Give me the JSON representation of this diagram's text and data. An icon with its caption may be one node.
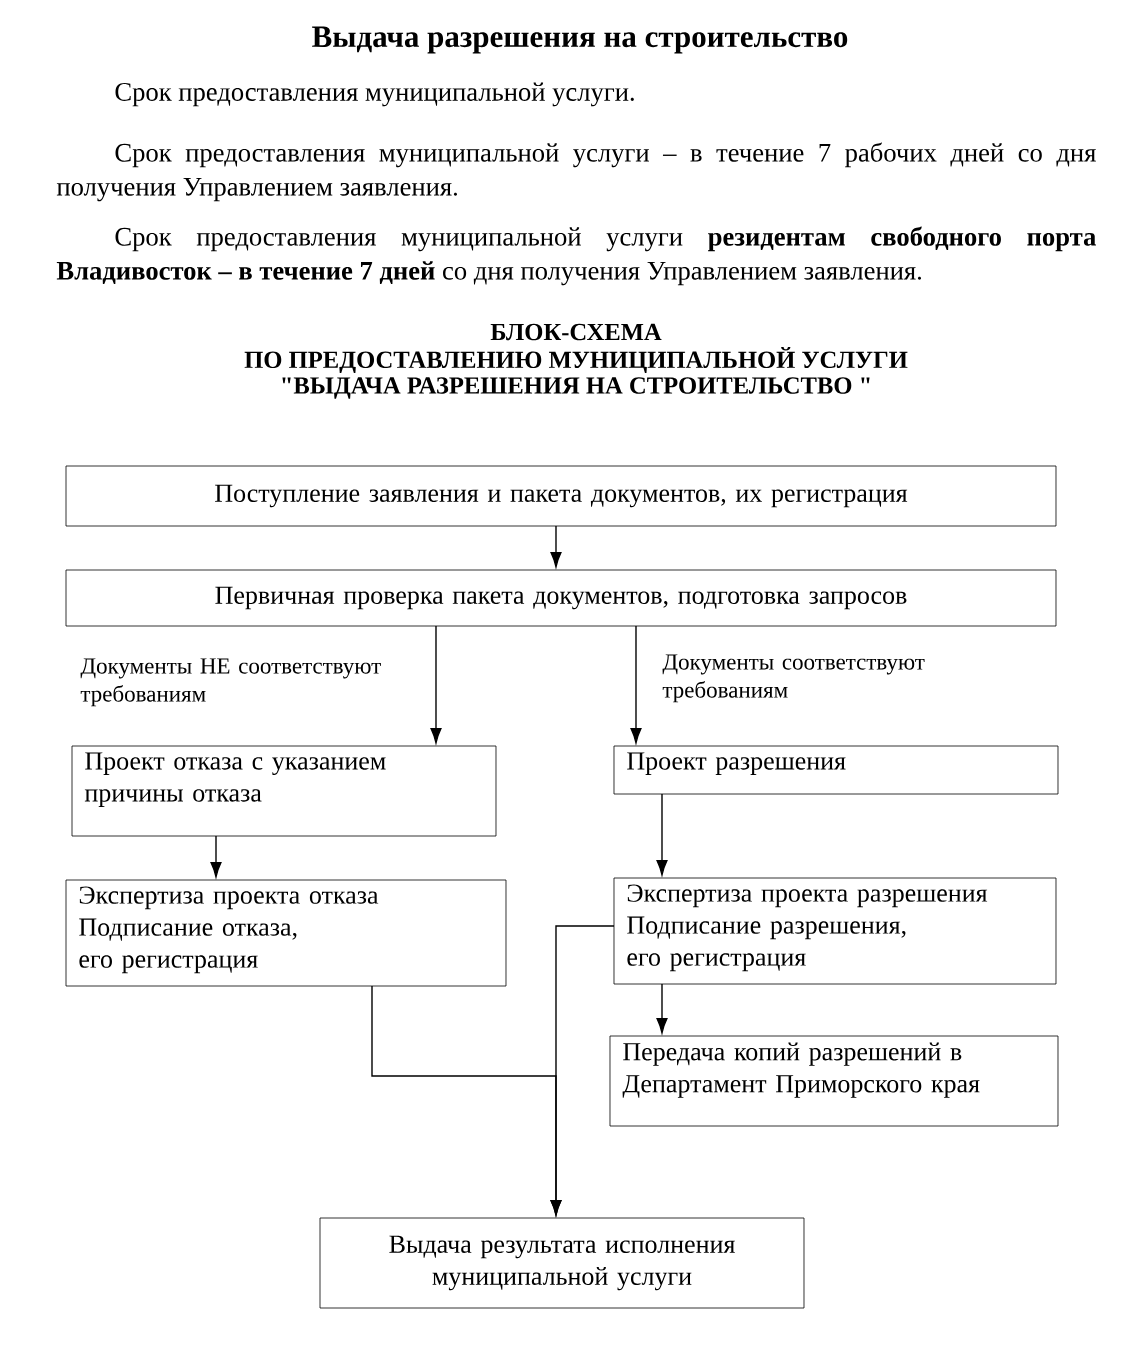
{
  "diagram": {
    "title": "Выдача разрешения на строительство",
    "nodes": [
      {
        "text": [
          "Поступление заявления и пакета документов, их регистрация"
        ]
      },
      {
        "text": [
          "Первичная проверка пакета документов, подготовка запросов"
        ]
      },
      {
        "text": [
          "Проект отказа с указанием причины отказа"
        ]
      },
      {
        "text": [
          "Проект разрешения"
        ]
      },
      {
        "text": [
          "Экспертиза проекта отказа",
          "Подписание отказа,",
          "его регистрация"
        ]
      },
      {
        "text": [
          "Экспертиза проекта разрешения",
          "Подписание разрешения,",
          "его регистрация"
        ]
      },
      {
        "text": [
          "Передача копий разрешений в Департамент Приморского края"
        ]
      },
      {
        "text": [
          "Выдача результата исполнения муниципальной услуги"
        ]
      }
    ],
    "edges": [
      {
        "from": 0,
        "to": 1,
        "arrow": "to"
      },
      {
        "from": 1,
        "to": 2,
        "arrow": "to",
        "label": "Документы НЕ соответствуют требованиям"
      },
      {
        "from": 1,
        "to": 3,
        "arrow": "to",
        "label": "Документы соответствуют требованиям"
      },
      {
        "from": 2,
        "to": 4,
        "arrow": "to"
      },
      {
        "from": 3,
        "to": 5,
        "arrow": "to"
      },
      {
        "from": 5,
        "to": 6,
        "arrow": "to"
      },
      {
        "from": 4,
        "to": 7,
        "arrow": "to"
      },
      {
        "from": 5,
        "to": 7,
        "arrow": "to"
      }
    ],
    "labels": [
      "Срок предоставления муниципальной услуги.",
      "Срок предоставления муниципальной услуги – в течение 7 рабочих дней со дня получения Управлением заявления.",
      "Срок предоставления муниципальной услуги **резидентам свободного порта Владивосток – в течение 7 дней** со дня получения Управлением заявления.",
      "БЛОК-СХЕМА",
      "ПО ПРЕДОСТАВЛЕНИЮ МУНИЦИПАЛЬНОЙ УСЛУГИ",
      "\"ВЫДАЧА РАЗРЕШЕНИЯ НА СТРОИТЕЛЬСТВО \""
    ]
  }
}
